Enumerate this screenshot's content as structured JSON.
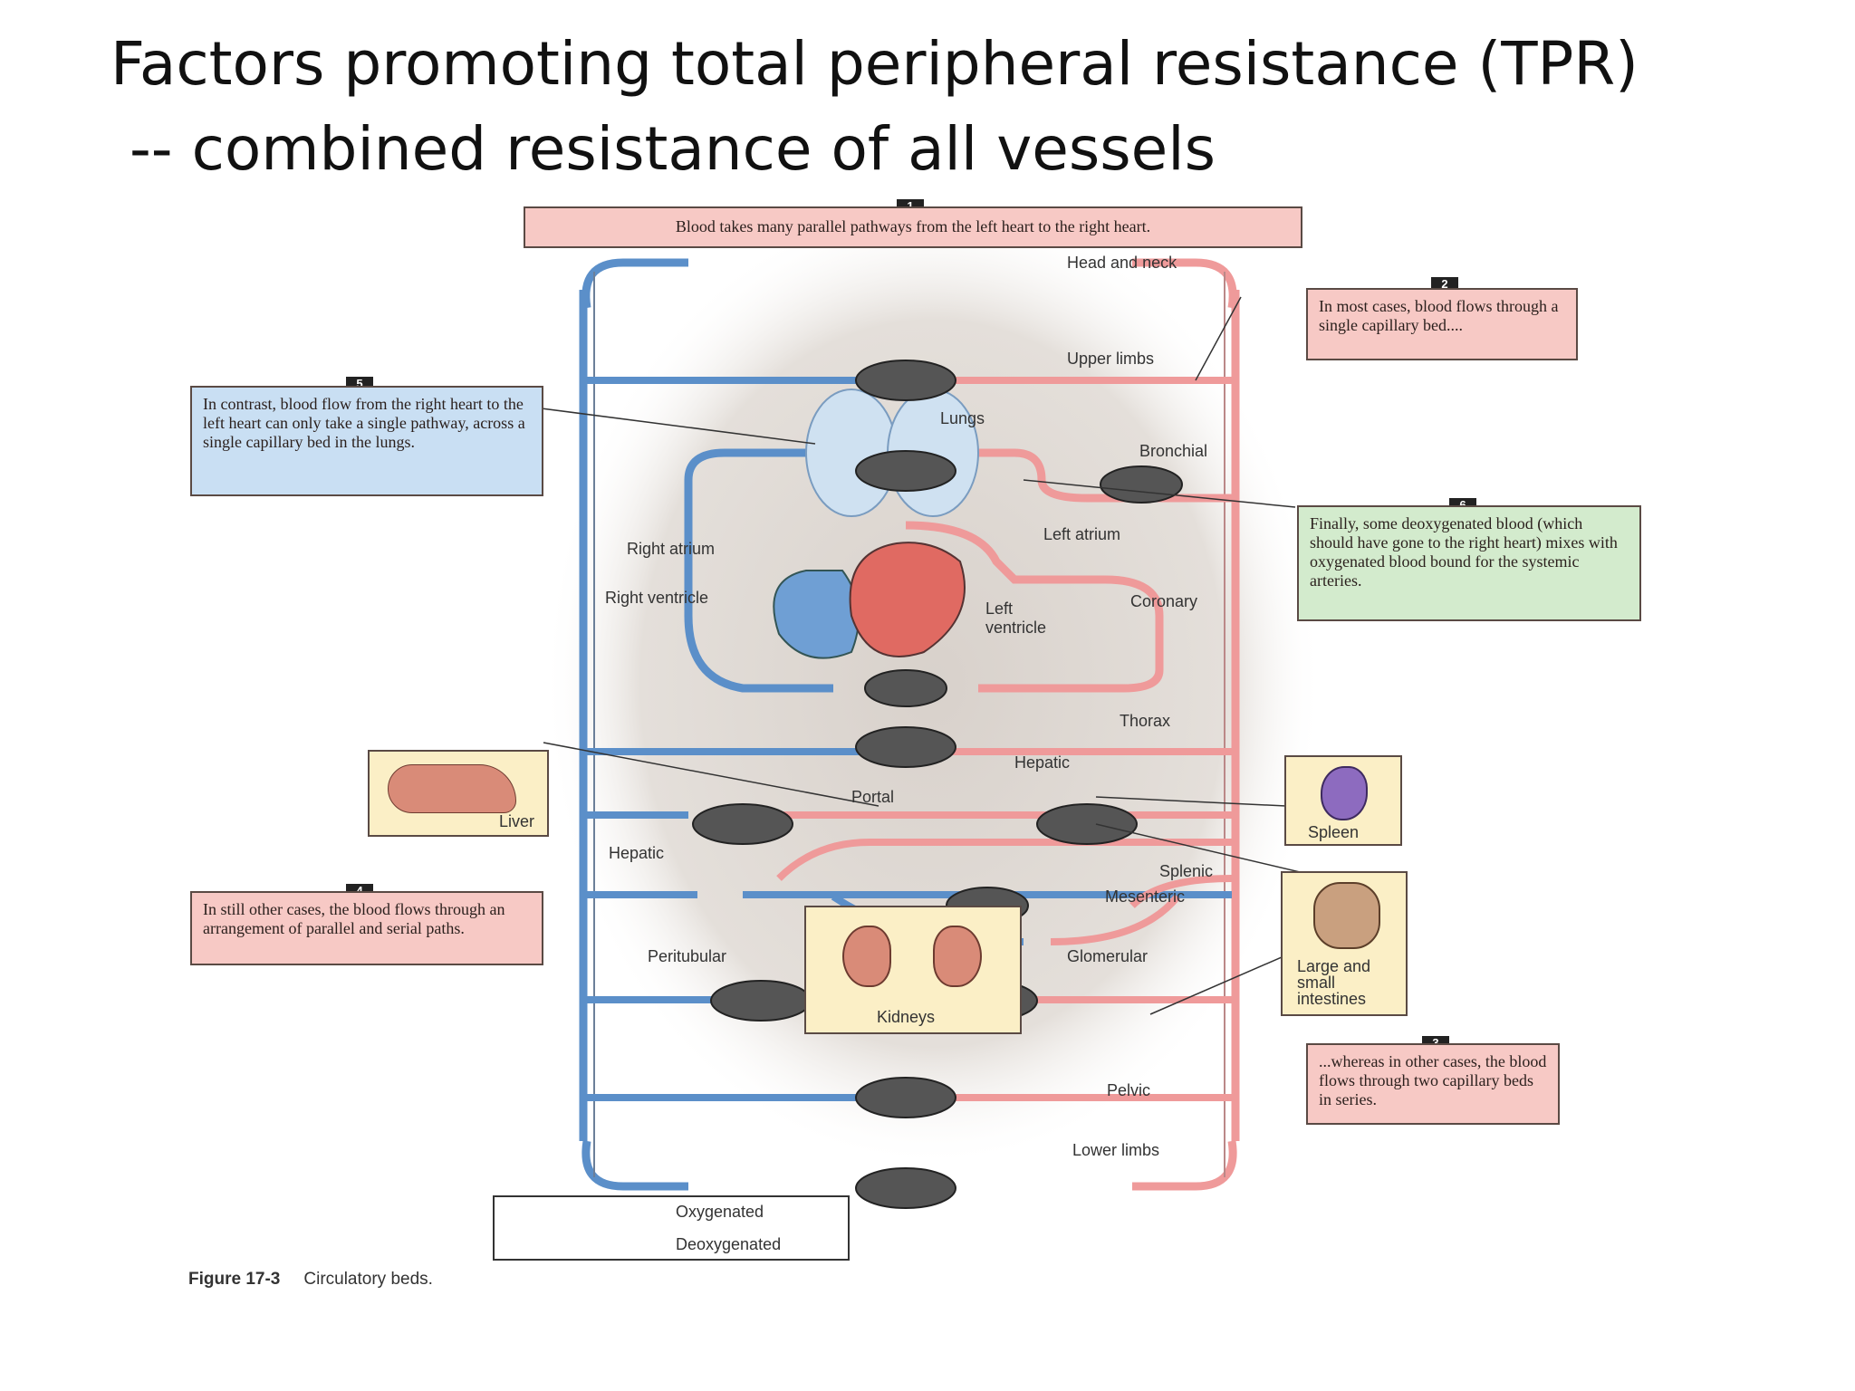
{
  "title": {
    "line1": "Factors promoting total peripheral resistance (TPR)",
    "line2": " -- combined resistance of all vessels"
  },
  "figure": {
    "callouts": [
      {
        "num": "1",
        "text": "Blood takes many parallel pathways from the left heart to the right heart."
      },
      {
        "num": "2",
        "text": "In most cases, blood flows through a single capillary bed...."
      },
      {
        "num": "3",
        "text": "...whereas in other cases, the blood flows through two capillary beds in series."
      },
      {
        "num": "4",
        "text": "In still other cases, the blood flows through an arrangement of parallel and serial paths."
      },
      {
        "num": "5",
        "text": "In contrast, blood flow from the right heart to the left heart can only take a single pathway, across a single capillary bed in the lungs."
      },
      {
        "num": "6",
        "text": "Finally, some deoxygenated blood (which should have gone to the right heart) mixes with oxygenated blood bound for the systemic arteries."
      }
    ],
    "labels": {
      "head_neck": "Head and neck",
      "upper_limbs": "Upper limbs",
      "lungs": "Lungs",
      "bronchial": "Bronchial",
      "right_atrium": "Right atrium",
      "left_atrium": "Left atrium",
      "right_ventricle": "Right ventricle",
      "left_ventricle": "Left ventricle",
      "coronary": "Coronary",
      "thorax": "Thorax",
      "hepatic_top": "Hepatic",
      "portal": "Portal",
      "hepatic_bottom": "Hepatic",
      "liver": "Liver",
      "spleen": "Spleen",
      "splenic": "Splenic",
      "mesenteric": "Mesenteric",
      "intestines": "Large and small intestines",
      "peritubular": "Peritubular",
      "glomerular": "Glomerular",
      "kidneys": "Kidneys",
      "pelvic": "Pelvic",
      "lower_limbs": "Lower limbs"
    },
    "legend": {
      "oxygenated": "Oxygenated",
      "deoxygenated": "Deoxygenated"
    },
    "caption": {
      "number": "Figure 17-3",
      "text": "Circulatory beds."
    },
    "colors": {
      "oxygenated": "#ef9a9a",
      "deoxygenated": "#5b8fc9",
      "background_glow": "#e2dcd6"
    }
  }
}
